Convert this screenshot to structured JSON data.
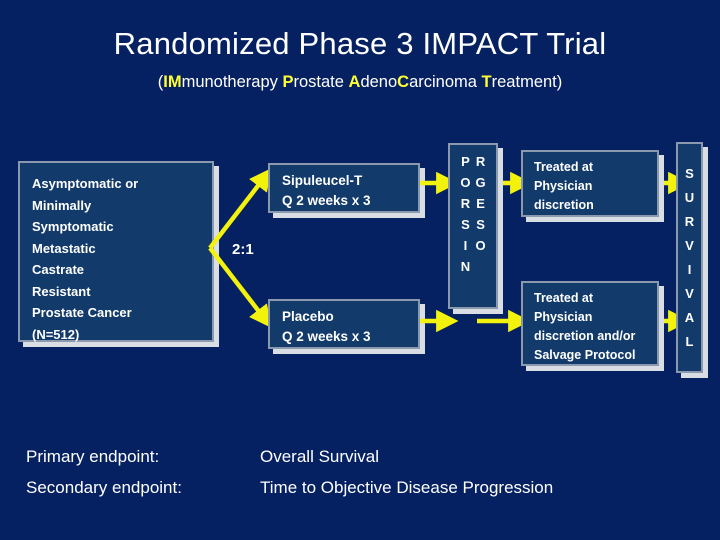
{
  "slide": {
    "title": "Randomized Phase 3 IMPACT Trial",
    "subtitle": {
      "open_paren": "(",
      "parts": [
        {
          "hl": "IM",
          "rest": "munotherapy "
        },
        {
          "hl": "P",
          "rest": "rostate "
        },
        {
          "hl": "A",
          "rest": "deno"
        },
        {
          "hl": "C",
          "rest": "arcinoma "
        },
        {
          "hl": "T",
          "rest": "reatment"
        }
      ],
      "close_paren": ")"
    },
    "accent_color": "#ffff33",
    "background_color": "#062162",
    "box_fill_color": "#123a6b",
    "arrow_color": "#f2f20d"
  },
  "population": {
    "lines": [
      "Asymptomatic or",
      "Minimally",
      "Symptomatic",
      "Metastatic",
      "Castrate",
      "Resistant",
      "Prostate Cancer",
      "(N=512)"
    ]
  },
  "randomization": {
    "ratio": "2:1"
  },
  "arms": {
    "treatment": {
      "lines": [
        "Sipuleucel-T",
        "Q 2 weeks x 3"
      ]
    },
    "control": {
      "lines": [
        "Placebo",
        "Q 2 weeks x 3"
      ]
    }
  },
  "progression": {
    "word": "PROGRESSION",
    "column_1": [
      "P",
      "O",
      "R",
      "S",
      "I",
      "N"
    ],
    "column_2": [
      "R",
      "G",
      "E",
      "S",
      "O"
    ]
  },
  "post_progression": {
    "upper": {
      "lines": [
        "Treated at",
        "Physician",
        "discretion"
      ]
    },
    "lower": {
      "lines": [
        "Treated at",
        "Physician",
        "discretion and/or",
        "Salvage Protocol"
      ]
    }
  },
  "survival": {
    "word": "SURVIVAL",
    "letters": [
      "S",
      "U",
      "R",
      "V",
      "I",
      "V",
      "A",
      "L"
    ]
  },
  "endpoints": [
    {
      "label": "Primary endpoint:",
      "value": "Overall Survival"
    },
    {
      "label": "Secondary endpoint:",
      "value": "Time to Objective Disease Progression"
    }
  ]
}
